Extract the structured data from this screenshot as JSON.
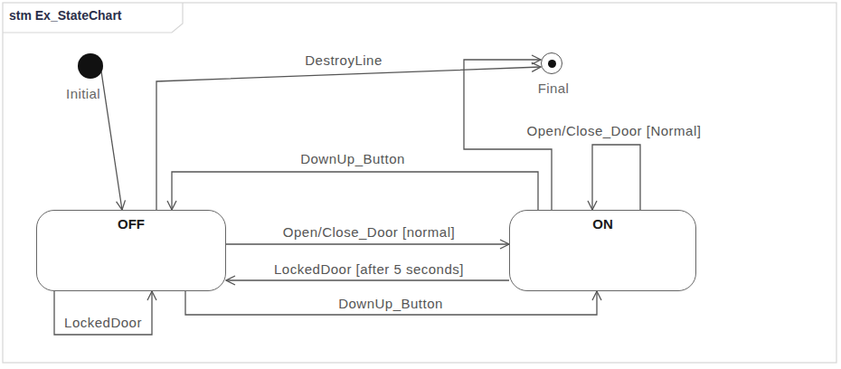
{
  "diagram": {
    "title": "stm Ex_StateChart",
    "nodes": [
      {
        "text": [
          "Initial"
        ]
      },
      {
        "text": [
          "Final"
        ]
      },
      {
        "text": [
          "OFF"
        ]
      },
      {
        "text": [
          "ON"
        ]
      }
    ],
    "edges": [
      {
        "from": 0,
        "to": 2,
        "arrow": "to"
      },
      {
        "from": 2,
        "to": 1,
        "label": "DestroyLine",
        "arrow": "to"
      },
      {
        "from": 3,
        "to": 1,
        "arrow": "to"
      },
      {
        "from": 3,
        "to": 3,
        "label": "Open/Close_Door [Normal]",
        "arrow": "to"
      },
      {
        "from": 3,
        "to": 2,
        "label": "DownUp_Button",
        "arrow": "to"
      },
      {
        "from": 2,
        "to": 3,
        "label": "Open/Close_Door [normal]",
        "arrow": "to"
      },
      {
        "from": 3,
        "to": 2,
        "label": "LockedDoor [after 5 seconds]",
        "arrow": "to"
      },
      {
        "from": 2,
        "to": 3,
        "label": "DownUp_Button",
        "arrow": "to"
      },
      {
        "from": 2,
        "to": 2,
        "label": "LockedDoor",
        "arrow": "to"
      }
    ]
  }
}
